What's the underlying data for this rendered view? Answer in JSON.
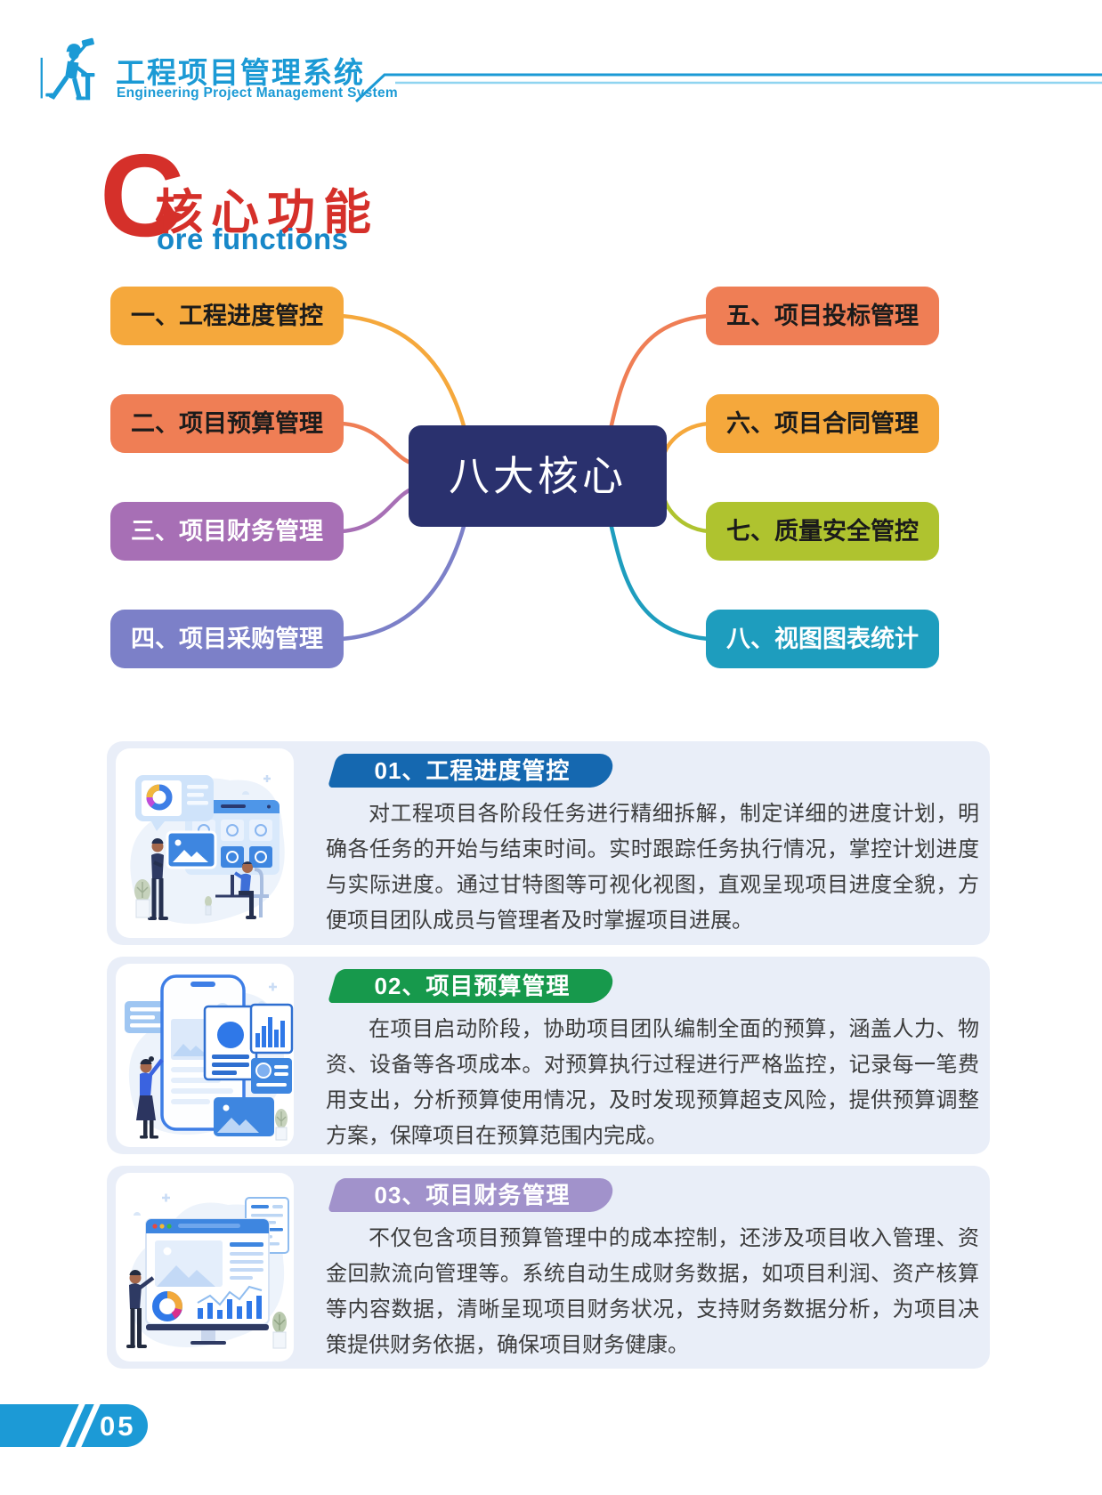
{
  "header": {
    "title": "工程项目管理系统",
    "subtitle": "Engineering Project Management System"
  },
  "section": {
    "initial": "C",
    "title_cn": "核心功能",
    "title_en": "ore functions"
  },
  "mindmap": {
    "center_label": "八大核心",
    "center_color": "#2A316E",
    "nodes": [
      {
        "label": "一、工程进度管控",
        "color": "#F5A83C",
        "text_color": "#1B1B1B"
      },
      {
        "label": "二、项目预算管理",
        "color": "#EF7E55",
        "text_color": "#1B1B1B"
      },
      {
        "label": "三、项目财务管理",
        "color": "#A76FB5",
        "text_color": "#FFFFFF"
      },
      {
        "label": "四、项目采购管理",
        "color": "#7C80C8",
        "text_color": "#FFFFFF"
      },
      {
        "label": "五、项目投标管理",
        "color": "#EF7E55",
        "text_color": "#1B1B1B"
      },
      {
        "label": "六、项目合同管理",
        "color": "#F5A83C",
        "text_color": "#1B1B1B"
      },
      {
        "label": "七、质量安全管控",
        "color": "#AFC32F",
        "text_color": "#1B1B1B"
      },
      {
        "label": "八、视图图表统计",
        "color": "#1E9DBE",
        "text_color": "#FFFFFF"
      }
    ]
  },
  "features": [
    {
      "title": "01、工程进度管控",
      "banner_color": "#1568B0",
      "body": "对工程项目各阶段任务进行精细拆解，制定详细的进度计划，明确各任务的开始与结束时间。实时跟踪任务执行情况，掌控计划进度与实际进度。通过甘特图等可视化视图，直观呈现项目进度全貌，方便项目团队成员与管理者及时掌握项目进展。"
    },
    {
      "title": "02、项目预算管理",
      "banner_color": "#17994C",
      "body": "在项目启动阶段，协助项目团队编制全面的预算，涵盖人力、物资、设备等各项成本。对预算执行过程进行严格监控，记录每一笔费用支出，分析预算使用情况，及时发现预算超支风险，提供预算调整方案，保障项目在预算范围内完成。"
    },
    {
      "title": "03、项目财务管理",
      "banner_color": "#A192CB",
      "body": "不仅包含项目预算管理中的成本控制，还涉及项目收入管理、资金回款流向管理等。系统自动生成财务数据，如项目利润、资产核算等内容数据，清晰呈现项目财务状况，支持财务数据分析，为项目决策提供财务依据，确保项目财务健康。"
    }
  ],
  "footer": {
    "page_number": "05"
  },
  "colors": {
    "brand_blue": "#1B9AD5",
    "light_rule_blue": "#8FD4F0",
    "accent_red": "#D5302A",
    "title_en_blue": "#1787C8",
    "card_bg": "#E9EEF8",
    "footer_blue": "#1C9AD6",
    "body_text": "#3C3C3C"
  }
}
